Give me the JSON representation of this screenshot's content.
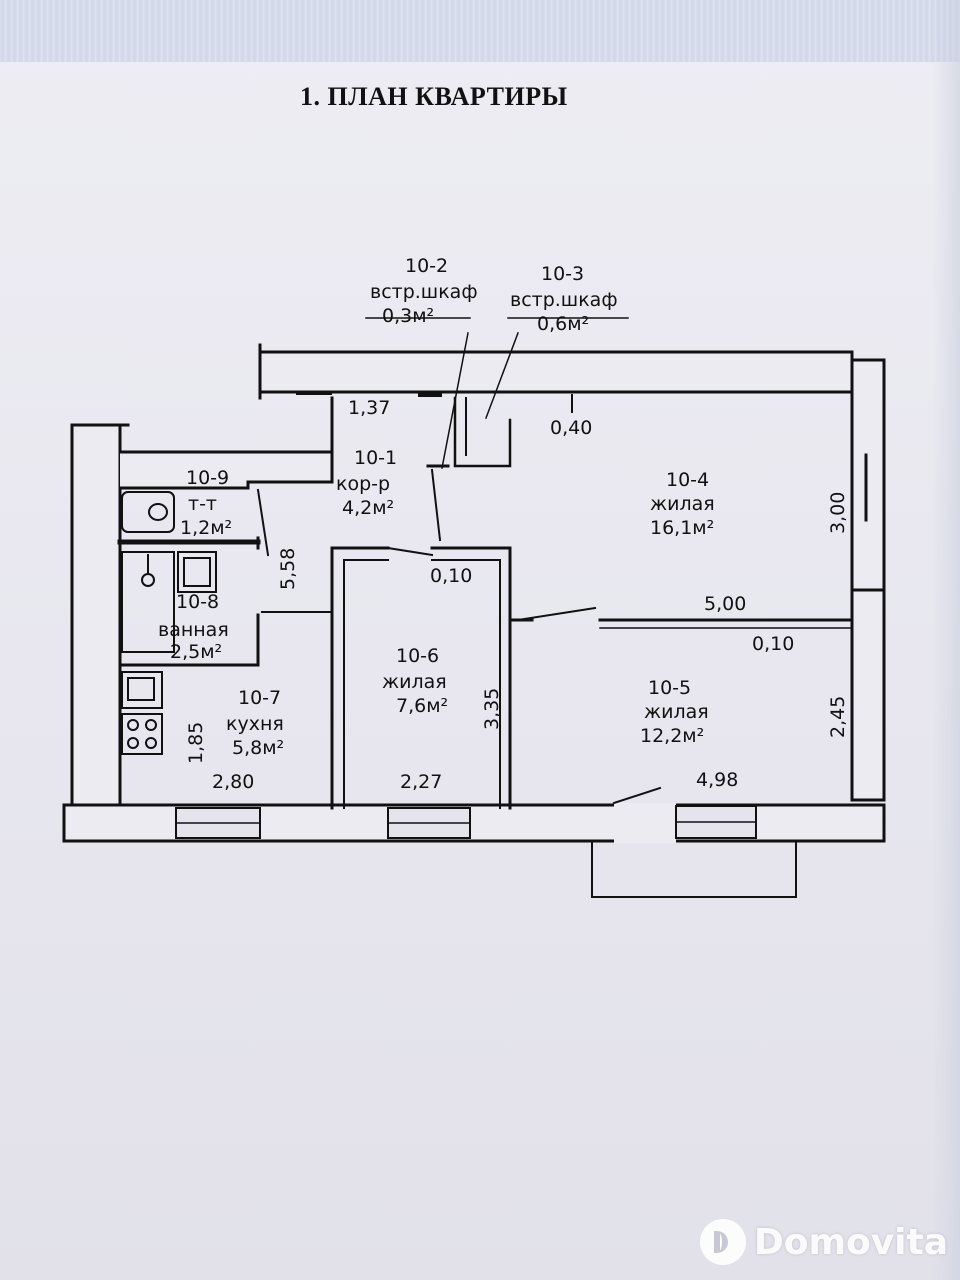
{
  "document": {
    "title": "1. ПЛАН КВАРТИРЫ"
  },
  "rooms": {
    "r10_1": {
      "id": "10-1",
      "name": "кор-р",
      "area": "4,2м²"
    },
    "r10_2": {
      "id": "10-2",
      "name": "встр.шкаф",
      "area": "0,3м²"
    },
    "r10_3": {
      "id": "10-3",
      "name": "встр.шкаф",
      "area": "0,6м²"
    },
    "r10_4": {
      "id": "10-4",
      "name": "жилая",
      "area": "16,1м²"
    },
    "r10_5": {
      "id": "10-5",
      "name": "жилая",
      "area": "12,2м²"
    },
    "r10_6": {
      "id": "10-6",
      "name": "жилая",
      "area": "7,6м²"
    },
    "r10_7": {
      "id": "10-7",
      "name": "кухня",
      "area": "5,8м²"
    },
    "r10_8": {
      "id": "10-8",
      "name": "ванная",
      "area": "2,5м²"
    },
    "r10_9": {
      "id": "10-9",
      "name": "т-т",
      "area": "1,2м²"
    }
  },
  "dimensions": {
    "d_1_37": "1,37",
    "d_0_40": "0,40",
    "d_3_00": "3,00",
    "d_5_58": "5,58",
    "d_0_10_a": "0,10",
    "d_5_00": "5,00",
    "d_0_10_b": "0,10",
    "d_3_35": "3,35",
    "d_2_45": "2,45",
    "d_1_85": "1,85",
    "d_2_80": "2,80",
    "d_2_27": "2,27",
    "d_4_98": "4,98"
  },
  "watermark": {
    "text": "Domovita"
  }
}
